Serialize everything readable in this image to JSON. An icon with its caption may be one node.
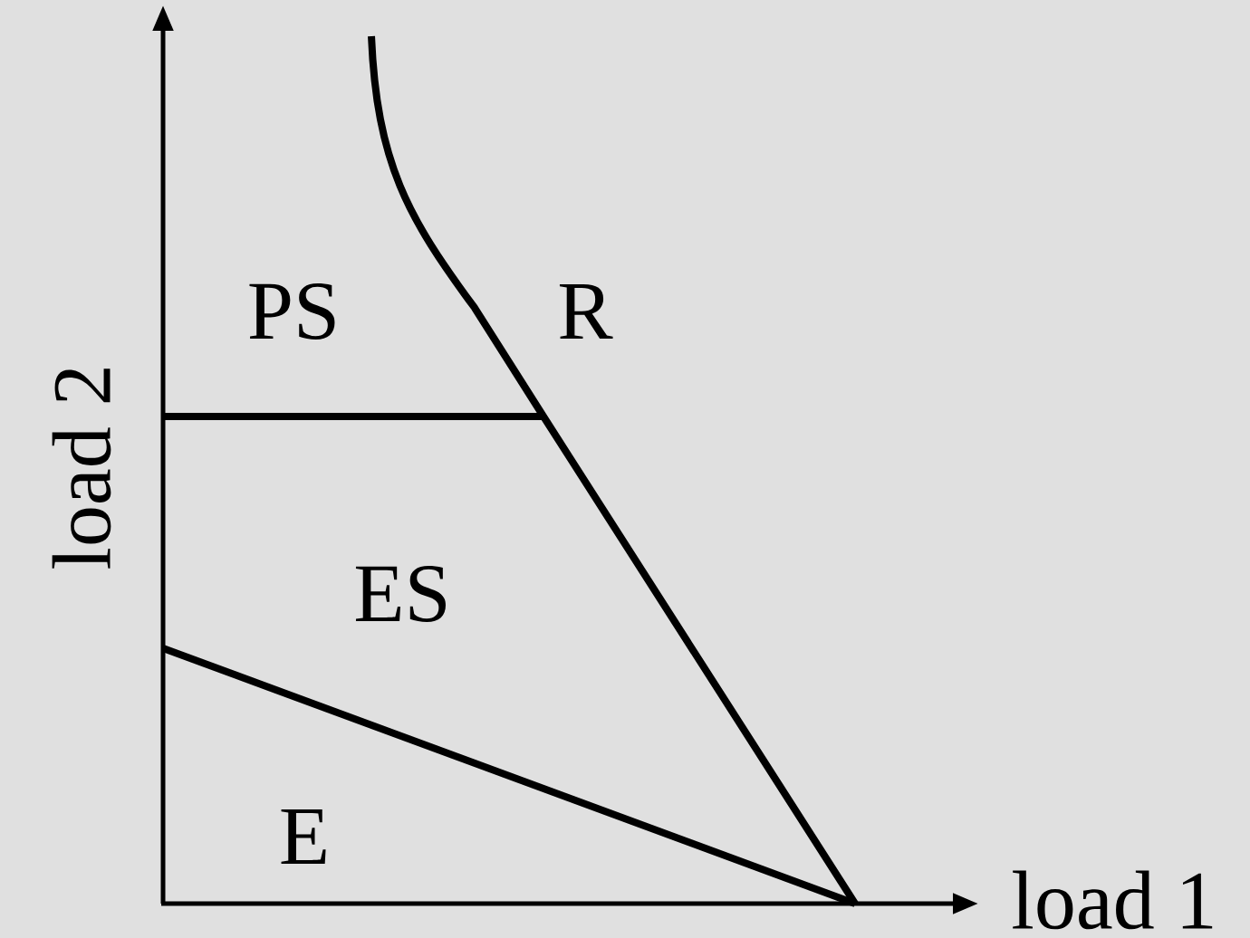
{
  "diagram": {
    "labels": [
      "PS",
      "R",
      "load 2",
      "ES",
      "E",
      "load 1"
    ]
  }
}
